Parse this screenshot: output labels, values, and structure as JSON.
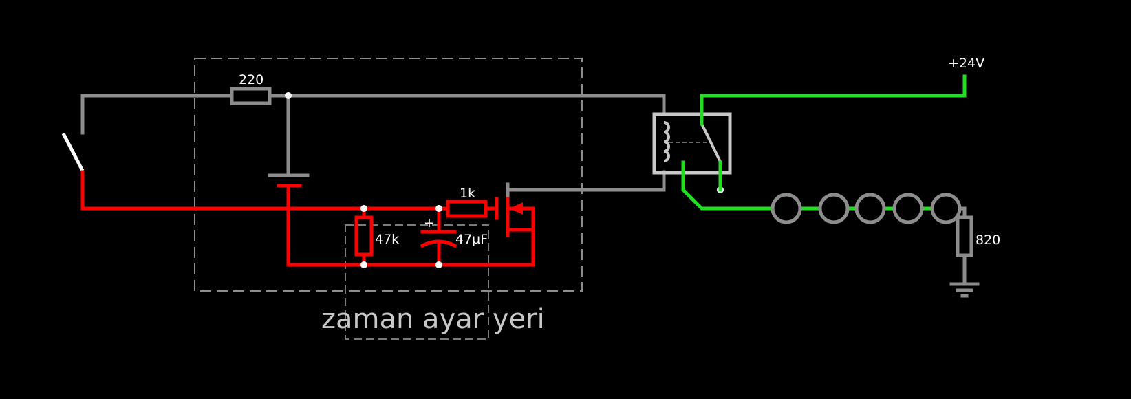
{
  "diagram": {
    "labels": {
      "r_series": "220",
      "r_gate": "1k",
      "r_discharge": "47k",
      "capacitor": "47µF",
      "cap_polarity": "+",
      "supply": "+24V",
      "r_lamp": "820",
      "region_note": "zaman ayar yeri"
    },
    "colors": {
      "background": "#000000",
      "wire_neutral": "#8c8c8c",
      "wire_timer": "#ff0000",
      "wire_load": "#22dd22",
      "relay": "#c8c8c8",
      "text": "#ffffff"
    },
    "lamp_count": 5
  }
}
